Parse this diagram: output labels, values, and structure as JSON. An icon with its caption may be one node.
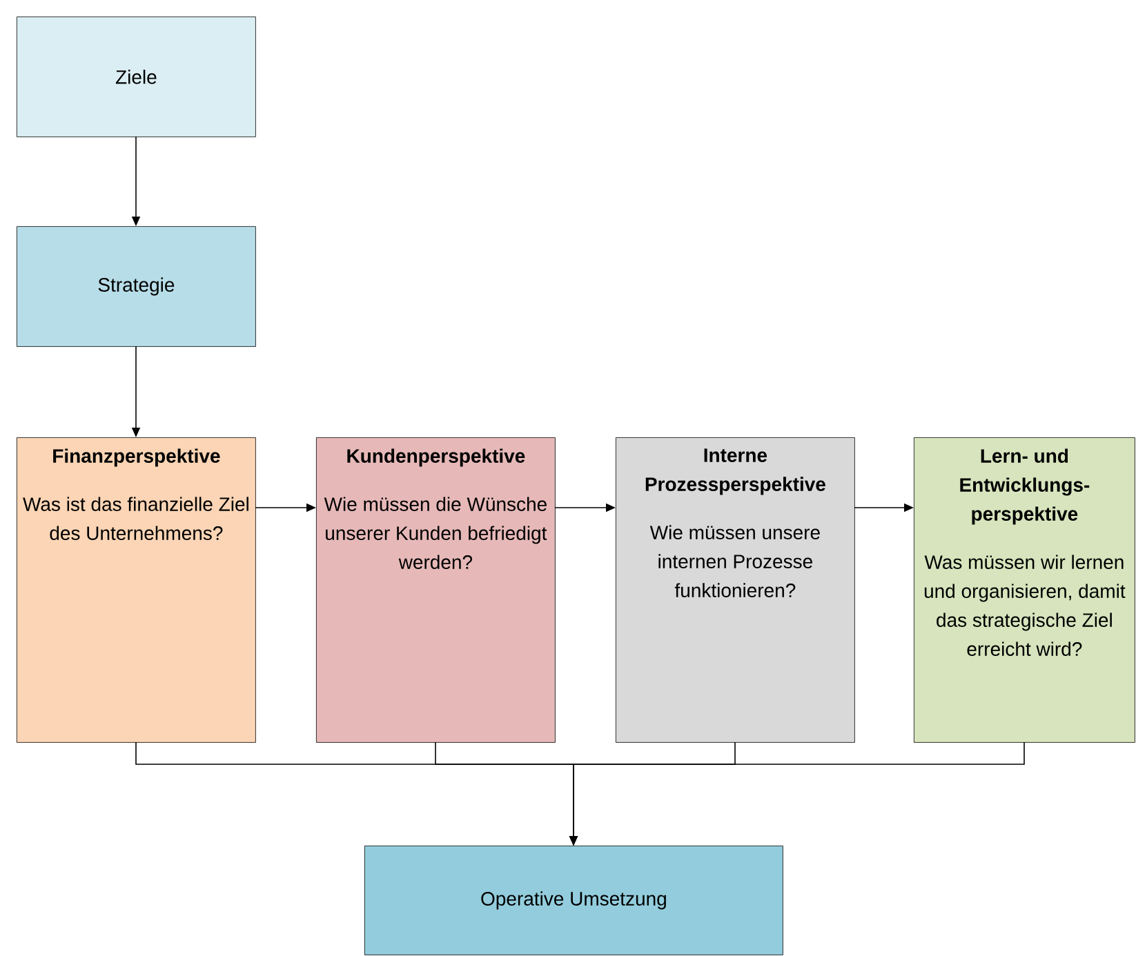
{
  "diagram": {
    "nodes": [
      {
        "text": [
          "Ziele"
        ]
      },
      {
        "text": [
          "Strategie"
        ]
      },
      {
        "text": [
          "Finanzperspektive",
          "Was ist das finanzielle Ziel des Unternehmens?"
        ]
      },
      {
        "text": [
          "Kundenperspektive",
          "Wie müssen die Wünsche unserer Kunden befriedigt werden?"
        ]
      },
      {
        "text": [
          "Interne Prozessperspektive",
          "Wie müssen unsere internen Prozesse funktionieren?"
        ]
      },
      {
        "text": [
          "Lern- und Entwicklungs-perspektive",
          "Was müssen wir lernen und organisieren, damit das strategische Ziel erreicht wird?"
        ]
      },
      {
        "text": [
          "Operative Umsetzung"
        ]
      }
    ],
    "edges": [
      {
        "from": 0,
        "to": 1,
        "arrow": "to"
      },
      {
        "from": 1,
        "to": 2,
        "arrow": "to"
      },
      {
        "from": 2,
        "to": 3,
        "arrow": "to"
      },
      {
        "from": 3,
        "to": 4,
        "arrow": "to"
      },
      {
        "from": 4,
        "to": 5,
        "arrow": "to"
      },
      {
        "from": 2,
        "to": 6,
        "arrow": "to"
      },
      {
        "from": 3,
        "to": 6,
        "arrow": "to"
      },
      {
        "from": 4,
        "to": 6,
        "arrow": "to"
      },
      {
        "from": 5,
        "to": 6,
        "arrow": "to"
      }
    ]
  }
}
